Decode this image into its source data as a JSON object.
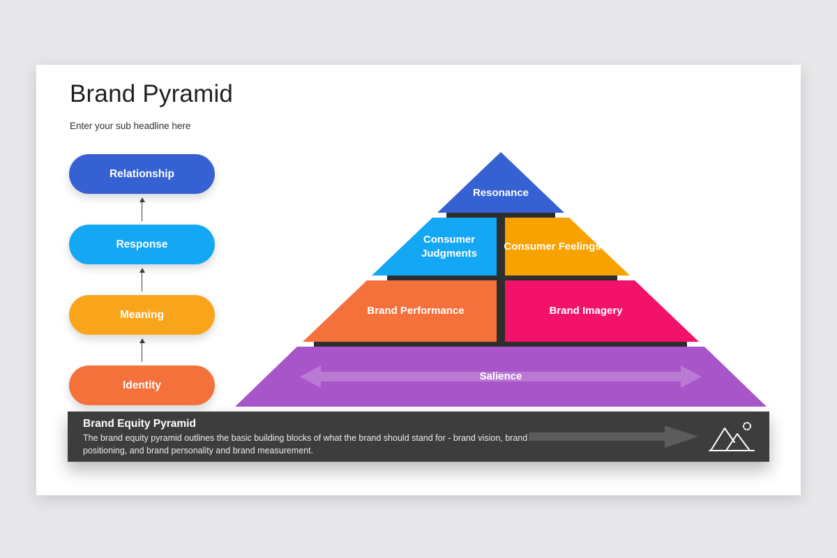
{
  "slide": {
    "title": "Brand Pyramid",
    "subtitle": "Enter your sub headline here"
  },
  "pills": [
    {
      "label": "Relationship",
      "color": "#3561d2"
    },
    {
      "label": "Response",
      "color": "#14a7f3"
    },
    {
      "label": "Meaning",
      "color": "#f9a51b"
    },
    {
      "label": "Identity",
      "color": "#f4713c"
    }
  ],
  "pyramid": {
    "divider_color": "#2e2e2e",
    "arrow_overlay_color": "rgba(255,255,255,0.22)",
    "levels": [
      {
        "label": "Resonance",
        "color": "#3561d2"
      },
      {
        "label": "Consumer Judgments",
        "color": "#14a7f3"
      },
      {
        "label": "Consumer Feelings",
        "color": "#f8a200"
      },
      {
        "label": "Brand Performance",
        "color": "#f4713c"
      },
      {
        "label": "Brand Imagery",
        "color": "#f2126a"
      },
      {
        "label": "Salience",
        "color": "#a755c8"
      }
    ]
  },
  "footer": {
    "title": "Brand Equity Pyramid",
    "description": "The brand equity pyramid outlines the basic building blocks of what the brand should stand for - brand vision, brand positioning, and brand personality and brand measurement.",
    "icon": "mountain-sun"
  }
}
